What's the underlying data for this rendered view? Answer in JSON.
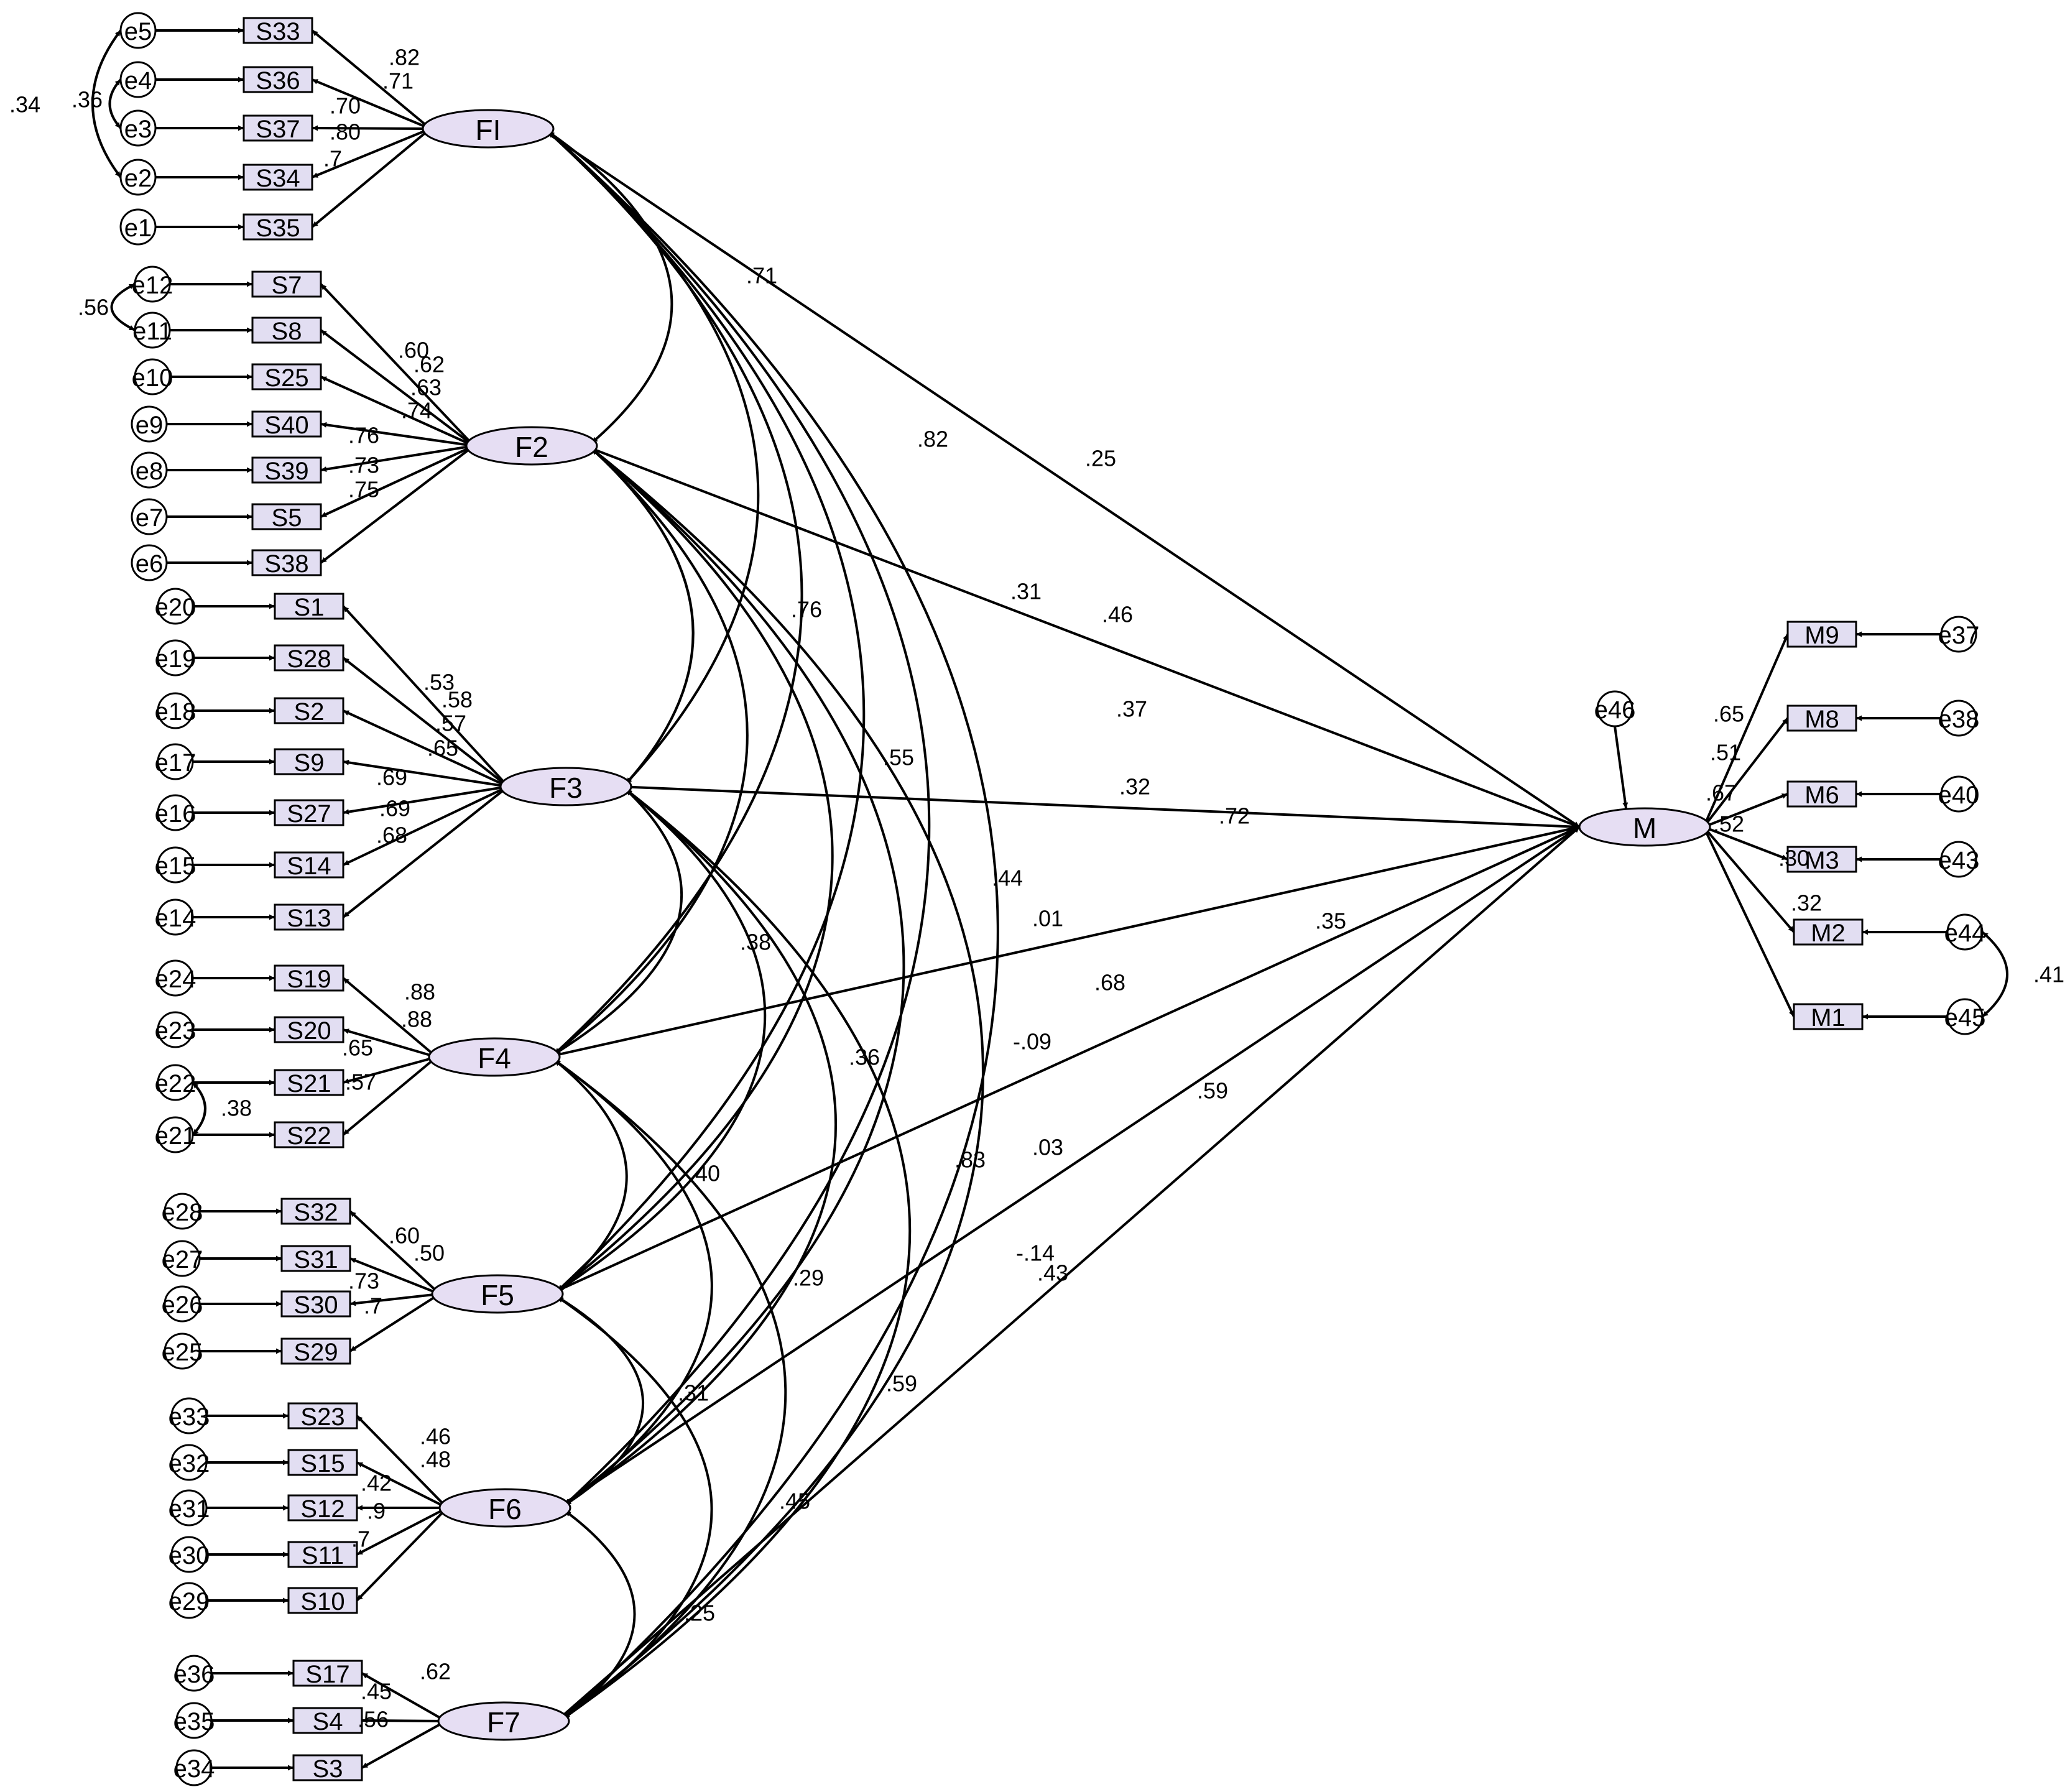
{
  "colors": {
    "latent_fill": "#e6def3",
    "indicator_fill": "#e2def2",
    "line": "#000000",
    "background": "#ffffff"
  },
  "latents": [
    {
      "id": "F1",
      "label": "FI"
    },
    {
      "id": "F2",
      "label": "F2"
    },
    {
      "id": "F3",
      "label": "F3"
    },
    {
      "id": "F4",
      "label": "F4"
    },
    {
      "id": "F5",
      "label": "F5"
    },
    {
      "id": "F6",
      "label": "F6"
    },
    {
      "id": "F7",
      "label": "F7"
    },
    {
      "id": "M",
      "label": "M"
    }
  ],
  "indicators": [
    {
      "factor": "F1",
      "label": "S33",
      "error": "e5",
      "loading": ".82"
    },
    {
      "factor": "F1",
      "label": "S36",
      "error": "e4",
      "loading": ".71"
    },
    {
      "factor": "F1",
      "label": "S37",
      "error": "e3",
      "loading": ".70"
    },
    {
      "factor": "F1",
      "label": "S34",
      "error": "e2",
      "loading": ".80"
    },
    {
      "factor": "F1",
      "label": "S35",
      "error": "e1",
      "loading": ".7"
    },
    {
      "factor": "F2",
      "label": "S7",
      "error": "e12",
      "loading": ".60"
    },
    {
      "factor": "F2",
      "label": "S8",
      "error": "e11",
      "loading": ".62"
    },
    {
      "factor": "F2",
      "label": "S25",
      "error": "e10",
      "loading": ".63"
    },
    {
      "factor": "F2",
      "label": "S40",
      "error": "e9",
      "loading": ".74"
    },
    {
      "factor": "F2",
      "label": "S39",
      "error": "e8",
      "loading": ".76"
    },
    {
      "factor": "F2",
      "label": "S5",
      "error": "e7",
      "loading": ".73"
    },
    {
      "factor": "F2",
      "label": "S38",
      "error": "e6",
      "loading": ".75"
    },
    {
      "factor": "F3",
      "label": "S1",
      "error": "e20",
      "loading": ".53"
    },
    {
      "factor": "F3",
      "label": "S28",
      "error": "e19",
      "loading": ".58"
    },
    {
      "factor": "F3",
      "label": "S2",
      "error": "e18",
      "loading": ".57"
    },
    {
      "factor": "F3",
      "label": "S9",
      "error": "e17",
      "loading": ".65"
    },
    {
      "factor": "F3",
      "label": "S27",
      "error": "e16",
      "loading": ".69"
    },
    {
      "factor": "F3",
      "label": "S14",
      "error": "e15",
      "loading": ".69"
    },
    {
      "factor": "F3",
      "label": "S13",
      "error": "e14",
      "loading": ".68"
    },
    {
      "factor": "F4",
      "label": "S19",
      "error": "e24",
      "loading": ".88"
    },
    {
      "factor": "F4",
      "label": "S20",
      "error": "e23",
      "loading": ".88"
    },
    {
      "factor": "F4",
      "label": "S21",
      "error": "e22",
      "loading": ".65"
    },
    {
      "factor": "F4",
      "label": "S22",
      "error": "e21",
      "loading": ".57"
    },
    {
      "factor": "F5",
      "label": "S32",
      "error": "e28",
      "loading": ".60"
    },
    {
      "factor": "F5",
      "label": "S31",
      "error": "e27",
      "loading": ".50"
    },
    {
      "factor": "F5",
      "label": "S30",
      "error": "e26",
      "loading": ".73"
    },
    {
      "factor": "F5",
      "label": "S29",
      "error": "e25",
      "loading": ".7"
    },
    {
      "factor": "F6",
      "label": "S23",
      "error": "e33",
      "loading": ".46"
    },
    {
      "factor": "F6",
      "label": "S15",
      "error": "e32",
      "loading": ".48"
    },
    {
      "factor": "F6",
      "label": "S12",
      "error": "e31",
      "loading": ".42"
    },
    {
      "factor": "F6",
      "label": "S11",
      "error": "e30",
      "loading": ".9"
    },
    {
      "factor": "F6",
      "label": "S10",
      "error": "e29",
      "loading": ".7"
    },
    {
      "factor": "F7",
      "label": "S17",
      "error": "e36",
      "loading": ".62"
    },
    {
      "factor": "F7",
      "label": "S4",
      "error": "e35",
      "loading": ".45"
    },
    {
      "factor": "F7",
      "label": "S3",
      "error": "e34",
      "loading": ".56"
    },
    {
      "factor": "M",
      "label": "M9",
      "error": "e37",
      "loading": ".65"
    },
    {
      "factor": "M",
      "label": "M8",
      "error": "e38",
      "loading": ".51"
    },
    {
      "factor": "M",
      "label": "M6",
      "error": "e40",
      "loading": ".67"
    },
    {
      "factor": "M",
      "label": "M3",
      "error": "e43",
      "loading": ".52"
    },
    {
      "factor": "M",
      "label": "M2",
      "error": "e44",
      "loading": ".30"
    },
    {
      "factor": "M",
      "label": "M1",
      "error": "e45",
      "loading": ".32"
    }
  ],
  "m_error": "e46",
  "error_covariances": [
    {
      "from": "e5",
      "to": "e2",
      "value": ".34"
    },
    {
      "from": "e4",
      "to": "e3",
      "value": ".36"
    },
    {
      "from": "e12",
      "to": "e11",
      "value": ".56"
    },
    {
      "from": "e22",
      "to": "e21",
      "value": ".38"
    },
    {
      "from": "e44",
      "to": "e45",
      "value": ".41"
    }
  ],
  "factor_correlations": [
    {
      "from": "F1",
      "to": "F2",
      "value": ".71"
    },
    {
      "from": "F1",
      "to": "F3",
      "value": ".82"
    },
    {
      "from": "F1",
      "to": "F4",
      "value": ".46"
    },
    {
      "from": "F1",
      "to": "F5",
      "value": ".37"
    },
    {
      "from": "F1",
      "to": "F6",
      "value": ".44"
    },
    {
      "from": "F1",
      "to": "F7",
      "value": ".68"
    },
    {
      "from": "F2",
      "to": "F3",
      "value": ".76"
    },
    {
      "from": "F2",
      "to": "F4",
      "value": ".55"
    },
    {
      "from": "F2",
      "to": "F5",
      "value": ".01"
    },
    {
      "from": "F2",
      "to": "F6",
      "value": "-.09"
    },
    {
      "from": "F2",
      "to": "F7",
      "value": ".03"
    },
    {
      "from": "F3",
      "to": "F4",
      "value": ".38"
    },
    {
      "from": "F3",
      "to": "F5",
      "value": ".36"
    },
    {
      "from": "F3",
      "to": "F6",
      "value": ".83"
    },
    {
      "from": "F3",
      "to": "F7",
      "value": "-.14"
    },
    {
      "from": "F4",
      "to": "F5",
      "value": ".40"
    },
    {
      "from": "F4",
      "to": "F6",
      "value": ".29"
    },
    {
      "from": "F4",
      "to": "F7",
      "value": ".59"
    },
    {
      "from": "F5",
      "to": "F6",
      "value": ".31"
    },
    {
      "from": "F5",
      "to": "F7",
      "value": ".45"
    },
    {
      "from": "F6",
      "to": "F7",
      "value": ".25"
    }
  ],
  "paths_to_M": [
    {
      "from": "F1",
      "value": ".25"
    },
    {
      "from": "F2",
      "value": ".31"
    },
    {
      "from": "F3",
      "value": ".32"
    },
    {
      "from": "F4",
      "value": ".72"
    },
    {
      "from": "F5",
      "value": ".35"
    },
    {
      "from": "F6",
      "value": ".59"
    },
    {
      "from": "F7",
      "value": ".43"
    }
  ]
}
